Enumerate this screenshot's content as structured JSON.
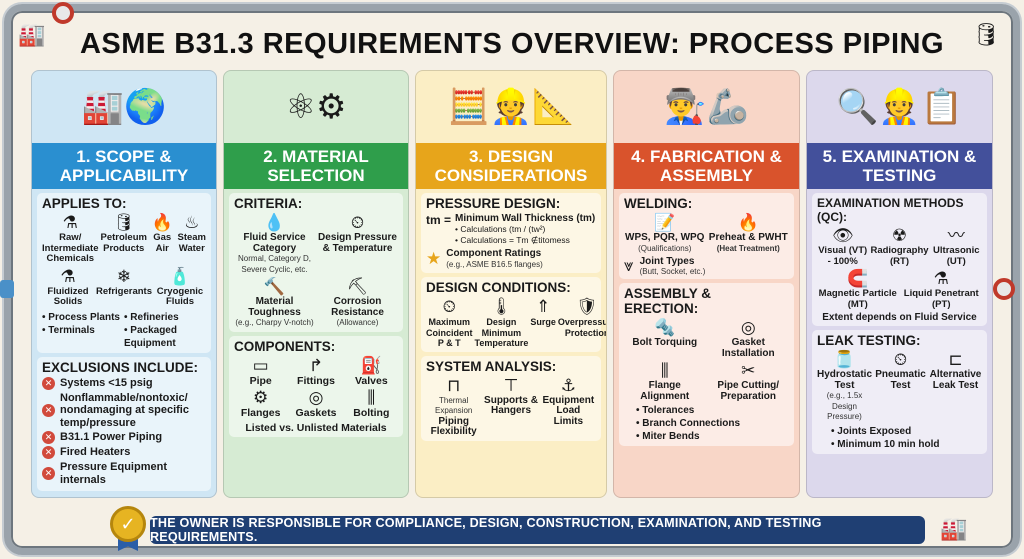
{
  "title": "ASME B31.3 REQUIREMENTS OVERVIEW: PROCESS PIPING",
  "footer": "THE OWNER IS RESPONSIBLE FOR COMPLIANCE, DESIGN, CONSTRUCTION, EXAMINATION, AND TESTING REQUIREMENTS.",
  "icons": {
    "factory": "factory-icon",
    "gear": "gear-icon",
    "calculator": "calculator-icon",
    "welder": "welder-icon",
    "magnifier": "magnifier-icon",
    "badge": "badge-icon"
  },
  "colors": {
    "scope": "#2a8fd0",
    "material": "#2f9e4b",
    "design": "#e7a51b",
    "fabrication": "#d9532c",
    "examination": "#43509b",
    "footer": "#1f3f73"
  },
  "scope": {
    "header": "1. SCOPE & APPLICABILITY",
    "applies_title": "APPLIES TO:",
    "applies": [
      {
        "label": "Raw/ Intermediate Chemicals",
        "icon": "flask-icon"
      },
      {
        "label": "Petroleum Products",
        "icon": "oil-can-icon"
      },
      {
        "label": "Gas Air",
        "icon": "flame-icon"
      },
      {
        "label": "Steam Water",
        "icon": "steam-icon"
      },
      {
        "label": "Fluidized Solids",
        "icon": "flask-icon"
      },
      {
        "label": "Refrigerants",
        "icon": "snowflake-icon"
      },
      {
        "label": "Cryogenic Fluids",
        "icon": "cylinder-icon"
      }
    ],
    "facilities": [
      "Process Plants",
      "Refineries",
      "Terminals",
      "Packaged Equipment"
    ],
    "exclusions_title": "EXCLUSIONS INCLUDE:",
    "exclusions": [
      "Systems <15 psig",
      "Nonflammable/nontoxic/ nondamaging at specific temp/pressure",
      "B31.1 Power Piping",
      "Fired Heaters",
      "Pressure Equipment internals"
    ]
  },
  "material": {
    "header": "2. MATERIAL SELECTION",
    "criteria_title": "CRITERIA:",
    "criteria": [
      {
        "label": "Fluid Service Category",
        "sub": "Normal, Category D, Severe Cyclic, etc.",
        "icon": "droplets-icon"
      },
      {
        "label": "Design Pressure & Temperature",
        "sub": "",
        "icon": "gauge-icon"
      },
      {
        "label": "Material Toughness",
        "sub": "(e.g., Charpy V-notch)",
        "icon": "hammer-icon"
      },
      {
        "label": "Corrosion Resistance",
        "sub": "(Allowance)",
        "icon": "corrosion-icon"
      }
    ],
    "components_title": "COMPONENTS:",
    "components": [
      {
        "label": "Pipe",
        "icon": "pipe-icon"
      },
      {
        "label": "Fittings",
        "icon": "elbow-icon"
      },
      {
        "label": "Valves",
        "icon": "valve-icon"
      },
      {
        "label": "Flanges",
        "icon": "flange-icon"
      },
      {
        "label": "Gaskets",
        "icon": "gasket-icon"
      },
      {
        "label": "Bolting",
        "icon": "bolt-icon"
      }
    ],
    "components_note": "Listed vs. Unlisted Materials"
  },
  "design": {
    "header": "3. DESIGN CONSIDERATIONS",
    "pressure_title": "PRESSURE DESIGN:",
    "tm_symbol": "tm =",
    "tm_label": "Minimum Wall Thickness (tm)",
    "calc1": "• Calculations (tm / (tw²)",
    "calc2": "• Calculations = Tm ∉titomess",
    "ratings_label": "Component Ratings",
    "ratings_sub": "(e.g., ASME B16.5 flanges)",
    "conditions_title": "DESIGN CONDITIONS:",
    "conditions": [
      {
        "label": "Maximum Coincident P & T",
        "icon": "gauge-icon"
      },
      {
        "label": "Design Minimum Temperature",
        "icon": "thermometer-icon"
      },
      {
        "label": "Surge",
        "icon": "surge-icon"
      },
      {
        "label": "Overpressure Protection",
        "icon": "shield-icon"
      }
    ],
    "analysis_title": "SYSTEM ANALYSIS:",
    "thermal_label": "Thermal Expansion",
    "analysis": [
      {
        "label": "Piping Flexibility",
        "icon": "piping-flex-icon"
      },
      {
        "label": "Supports & Hangers",
        "icon": "support-icon"
      },
      {
        "label": "Equipment Load Limits",
        "icon": "crane-icon"
      }
    ]
  },
  "fabrication": {
    "header": "4. FABRICATION & ASSEMBLY",
    "welding_title": "WELDING:",
    "welding": [
      {
        "label": "WPS, PQR, WPQ",
        "sub": "(Qualifications)",
        "icon": "document-icon"
      },
      {
        "label": "Preheat & PWHT",
        "sub": "(Heat Treatment)",
        "icon": "flame-icon"
      }
    ],
    "joint_label": "Joint Types",
    "joint_sub": "(Butt, Socket, etc.)",
    "assembly_title": "ASSEMBLY & ERECTION:",
    "assembly": [
      {
        "label": "Bolt Torquing",
        "icon": "bolt-icon"
      },
      {
        "label": "Gasket Installation",
        "icon": "gasket-icon"
      },
      {
        "label": "Flange Alignment",
        "icon": "flange-icon"
      },
      {
        "label": "Pipe Cutting/ Preparation",
        "icon": "cutter-icon"
      }
    ],
    "bullets": [
      "Tolerances",
      "Branch Connections",
      "Miter Bends"
    ]
  },
  "examination": {
    "header": "5. EXAMINATION & TESTING",
    "methods_title": "EXAMINATION METHODS (QC):",
    "methods": [
      {
        "label": "Visual (VT) - 100%",
        "icon": "eye-icon"
      },
      {
        "label": "Radiography (RT)",
        "icon": "radiation-icon"
      },
      {
        "label": "Ultrasonic (UT)",
        "icon": "wave-icon"
      },
      {
        "label": "Magnetic Particle (MT)",
        "icon": "magnet-icon"
      },
      {
        "label": "Liquid Penetrant (PT)",
        "icon": "flask-icon"
      }
    ],
    "extent_note": "Extent depends on Fluid Service",
    "leak_title": "LEAK TESTING:",
    "leak": [
      {
        "label": "Hydrostatic Test",
        "sub": "(e.g., 1.5x Design Pressure)",
        "icon": "tank-icon"
      },
      {
        "label": "Pneumatic Test",
        "sub": "",
        "icon": "gauge-icon"
      },
      {
        "label": "Alternative Leak Test",
        "sub": "",
        "icon": "pipe-rack-icon"
      }
    ],
    "leak_bullets": [
      "Joints Exposed",
      "Minimum 10 min hold"
    ]
  }
}
